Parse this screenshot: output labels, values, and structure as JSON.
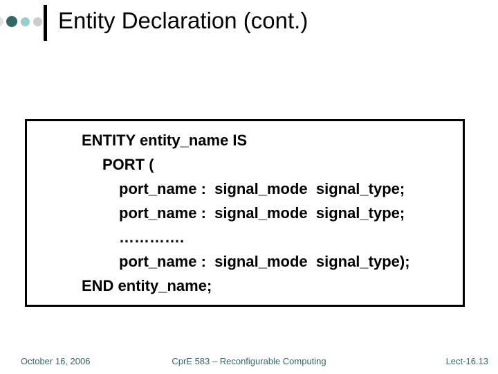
{
  "title": "Entity Declaration (cont.)",
  "code": {
    "lines": [
      {
        "text": "ENTITY entity_name IS"
      },
      {
        "text": "PORT ("
      },
      {
        "text": "port_name :  signal_mode  signal_type;"
      },
      {
        "text": "port_name :  signal_mode  signal_type;"
      },
      {
        "text": "…………."
      },
      {
        "text": "port_name :  signal_mode  signal_type);"
      },
      {
        "text": "END entity_name;"
      }
    ]
  },
  "footer": {
    "date": "October 16, 2006",
    "course": "CprE 583 – Reconfigurable Computing",
    "lecture": "Lect-16.13"
  },
  "colors": {
    "accent_dark_teal": "#336666",
    "accent_light_teal": "#99cccc",
    "accent_gray": "#cccccc",
    "accent_edge_dot": "#e2e2e2",
    "footer_text": "#336666"
  }
}
